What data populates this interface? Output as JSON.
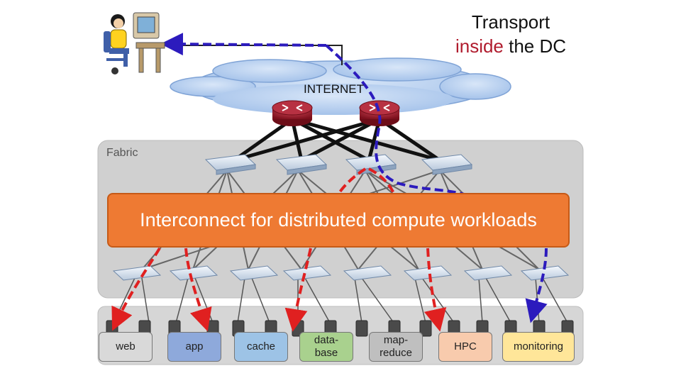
{
  "title": {
    "line1": "Transport",
    "highlight": "inside",
    "rest": " the DC"
  },
  "internet_label": "INTERNET",
  "fabric_label": "Fabric",
  "banner_text": "Interconnect for distributed compute workloads",
  "services": [
    {
      "label": "web",
      "color": "#d9d9d9"
    },
    {
      "label": "app",
      "color": "#8ea9db"
    },
    {
      "label": "cache",
      "color": "#9dc3e6"
    },
    {
      "label": "data-\nbase",
      "color": "#a9d18e"
    },
    {
      "label": "map-\nreduce",
      "color": "#bfbfbf"
    },
    {
      "label": "HPC",
      "color": "#f8cbad"
    },
    {
      "label": "monitoring",
      "color": "#ffe699"
    }
  ],
  "colors": {
    "red_flow": "#e02020",
    "blue_flow": "#2c1bbd",
    "banner": "#ee7a33",
    "fabric_panel": "#d0d0d0"
  },
  "icons": {
    "user": "user-at-computer-icon",
    "router": "router-icon",
    "switch": "switch-icon",
    "server": "server-icon",
    "cloud": "cloud-icon"
  }
}
